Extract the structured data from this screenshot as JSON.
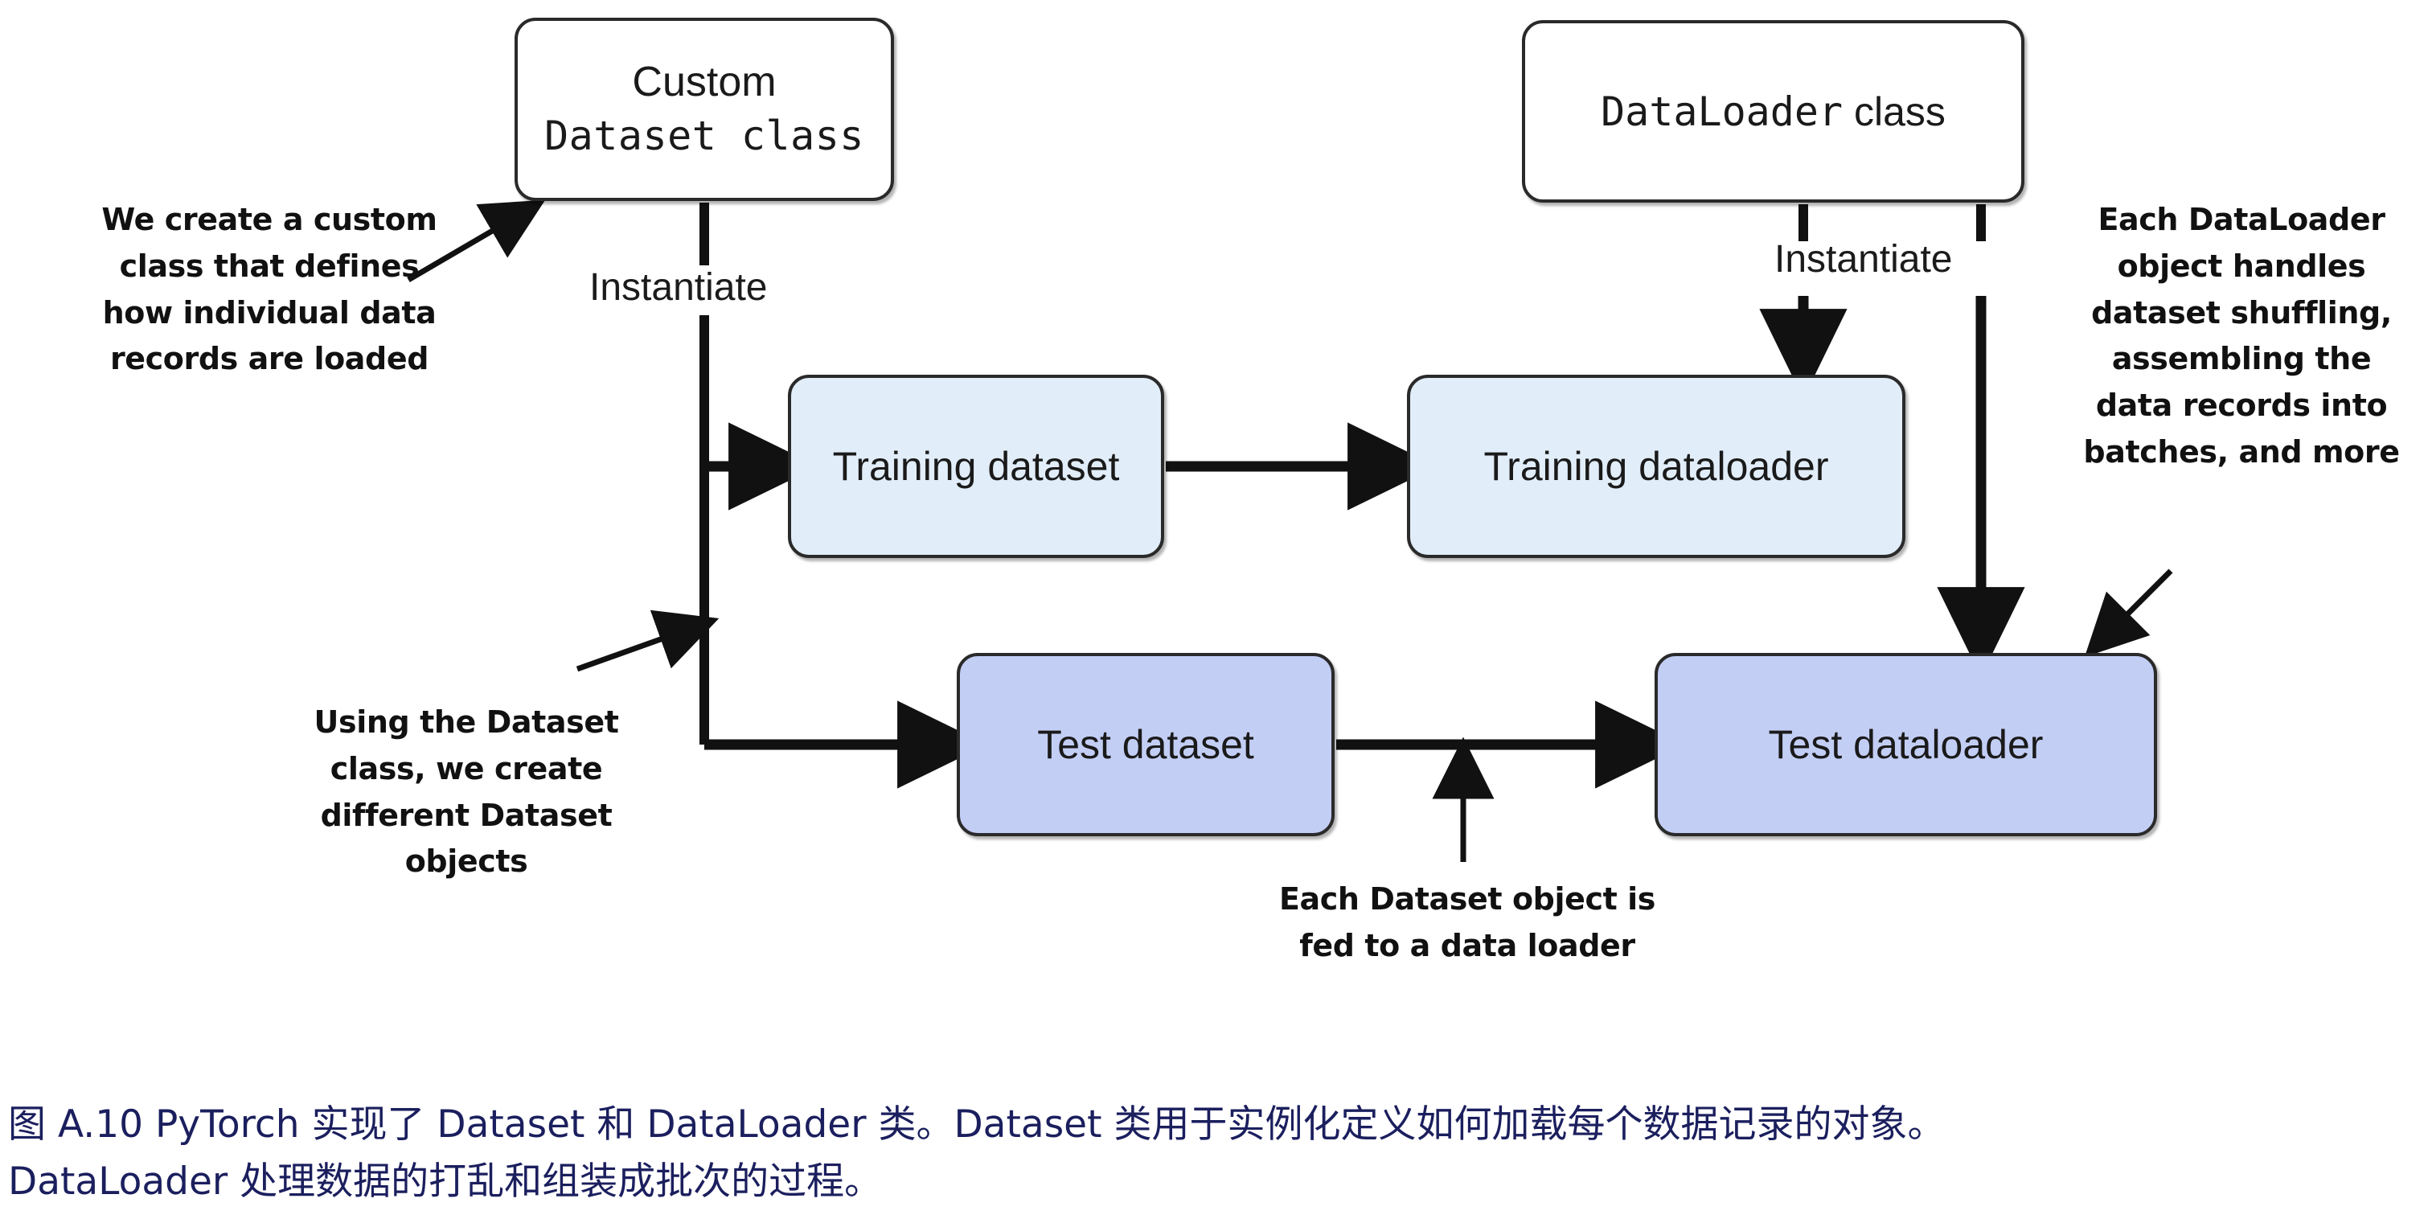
{
  "figure": {
    "nodes": {
      "custom_dataset_class": {
        "line1": "Custom",
        "line2": "Dataset class"
      },
      "dataloader_class": {
        "line1": "DataLoader",
        "line2": "class"
      },
      "training_dataset": {
        "label": "Training dataset"
      },
      "training_dataloader": {
        "label": "Training dataloader"
      },
      "test_dataset": {
        "label": "Test dataset"
      },
      "test_dataloader": {
        "label": "Test dataloader"
      }
    },
    "edge_labels": {
      "instantiate_left": "Instantiate",
      "instantiate_right": "Instantiate"
    },
    "annotations": {
      "we_create": "We create a custom class that defines how individual data records are loaded",
      "using_the_dataset": "Using the Dataset class, we create different Dataset objects",
      "each_dataloader": "Each DataLoader object handles dataset shuffling, assembling the data records into batches, and more",
      "each_dataset": "Each Dataset object is fed to a data loader"
    },
    "colors": {
      "light_blue_fill": "#e1edf9",
      "mid_blue_fill": "#c3cef5",
      "white_fill": "#ffffff",
      "stroke": "#2a2a2a",
      "caption_text": "#1b1f5e",
      "annotation_text": "#111111"
    }
  },
  "caption": {
    "line1": "图 A.10 PyTorch 实现了 Dataset 和 DataLoader 类。Dataset 类用于实例化定义如何加载每个数据记录的对象。",
    "line2": "DataLoader 处理数据的打乱和组装成批次的过程。"
  }
}
